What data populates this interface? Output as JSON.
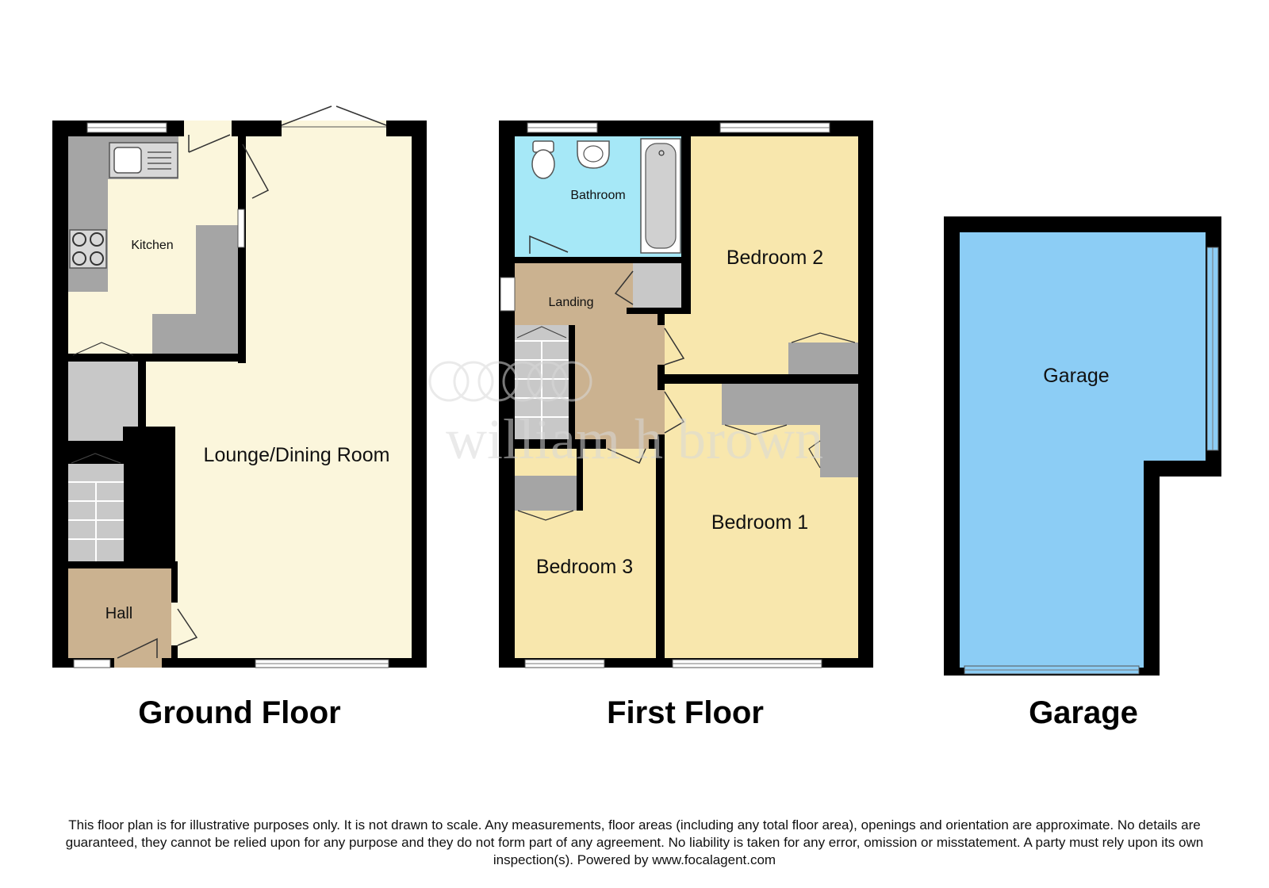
{
  "colors": {
    "wall": "#000000",
    "room_cream": "#fbf6dc",
    "room_yellow": "#f8e7ad",
    "room_tan": "#cbb290",
    "bathroom": "#a6e8f7",
    "garage": "#8ccdf5",
    "fitted": "#a5a5a5",
    "stairs": "#c8c8c8",
    "window": "#ffffff",
    "watermark": "#d9d9d9"
  },
  "floors": {
    "ground": {
      "title": "Ground Floor",
      "rooms": {
        "kitchen": "Kitchen",
        "lounge": "Lounge/Dining Room",
        "hall": "Hall"
      }
    },
    "first": {
      "title": "First Floor",
      "rooms": {
        "bathroom": "Bathroom",
        "landing": "Landing",
        "bedroom1": "Bedroom 1",
        "bedroom2": "Bedroom 2",
        "bedroom3": "Bedroom 3"
      }
    },
    "garage": {
      "title": "Garage",
      "rooms": {
        "garage": "Garage"
      }
    }
  },
  "watermark": {
    "brand": "william h brown"
  },
  "disclaimer": "This floor plan is for illustrative purposes only. It is not drawn to scale. Any measurements, floor areas (including any total floor area), openings and orientation are approximate. No details are guaranteed, they cannot be relied upon for any purpose and they do not form part of any agreement. No liability is taken for any error, omission or misstatement. A party must rely upon its own inspection(s). Powered by www.focalagent.com"
}
